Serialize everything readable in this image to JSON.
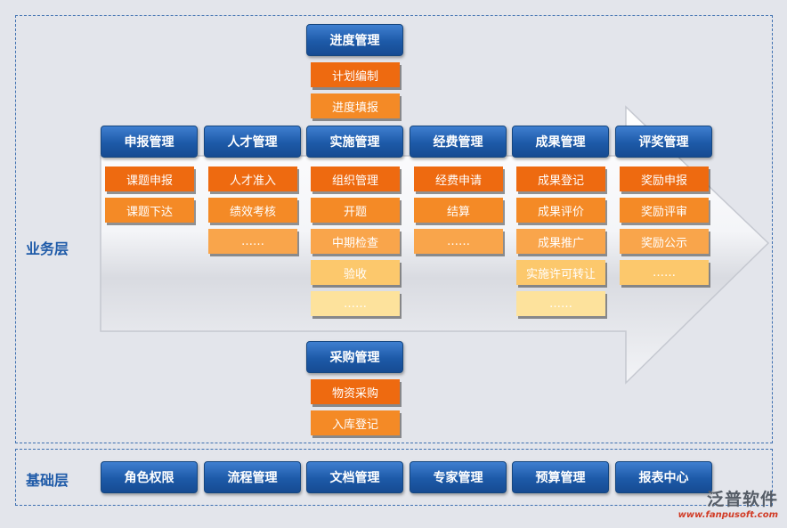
{
  "layers": {
    "business": "业务层",
    "foundation": "基础层"
  },
  "columns": [
    {
      "title": "申报管理",
      "items": [
        "课题申报",
        "课题下达"
      ]
    },
    {
      "title": "人才管理",
      "items": [
        "人才准入",
        "绩效考核",
        "……"
      ]
    },
    {
      "title": "实施管理",
      "items": [
        "组织管理",
        "开题",
        "中期检查",
        "验收",
        "……"
      ]
    },
    {
      "title": "经费管理",
      "items": [
        "经费申请",
        "结算",
        "……"
      ]
    },
    {
      "title": "成果管理",
      "items": [
        "成果登记",
        "成果评价",
        "成果推广",
        "实施许可转让",
        "……"
      ]
    },
    {
      "title": "评奖管理",
      "items": [
        "奖励申报",
        "奖励评审",
        "奖励公示",
        "……"
      ]
    }
  ],
  "progress": {
    "title": "进度管理",
    "items": [
      "计划编制",
      "进度填报"
    ]
  },
  "purchase": {
    "title": "采购管理",
    "items": [
      "物资采购",
      "入库登记"
    ]
  },
  "base": [
    "角色权限",
    "流程管理",
    "文档管理",
    "专家管理",
    "预算管理",
    "报表中心"
  ],
  "logo": {
    "cn": "泛普软件",
    "en": "www.fanpusoft.com"
  },
  "colors": {
    "header": "#1d5aa8",
    "orange_dark": "#ee6a10",
    "orange_light": "#fde29c",
    "label": "#1e5aa8"
  }
}
